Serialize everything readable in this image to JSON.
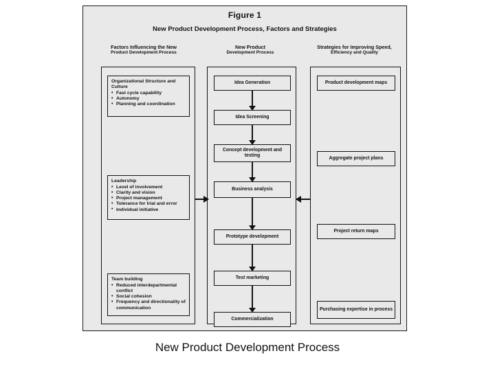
{
  "figure": {
    "title": "Figure 1",
    "subtitle": "New Product Development Process, Factors and Strategies"
  },
  "headings": {
    "left": {
      "line1": "Factors Influencing the New",
      "line2": "Product Development Process"
    },
    "center": {
      "line1": "New Product",
      "line2": "Development Process"
    },
    "right": {
      "line1": "Strategies for Improving Speed,",
      "line2": "Efficiency and Quality"
    }
  },
  "factors": [
    {
      "title": "Organizational Structure and Culture",
      "bullets": [
        "Fast cycle capability",
        "Autonomy",
        "Planning and coordination"
      ]
    },
    {
      "title": "Leadership",
      "bullets": [
        "Level of involvement",
        "Clarity and vision",
        "Project management",
        "Tolerance for trial and error",
        "Individual initiative"
      ]
    },
    {
      "title": "Team building",
      "bullets": [
        "Reduced interdepartmental conflict",
        "Social cohesion",
        "Frequency and directionality of communication"
      ]
    }
  ],
  "process_steps": [
    "Idea Generation",
    "Idea Screening",
    "Concept development and testing",
    "Business analysis",
    "Prototype development",
    "Test marketing",
    "Commercialization"
  ],
  "strategies": [
    "Product development maps",
    "Aggregate project plans",
    "Project return maps",
    "Purchasing expertise in process"
  ],
  "caption": "New Product Development Process",
  "colors": {
    "panel_background": "#e9e9e9",
    "line": "#111111",
    "page_background": "#ffffff"
  }
}
